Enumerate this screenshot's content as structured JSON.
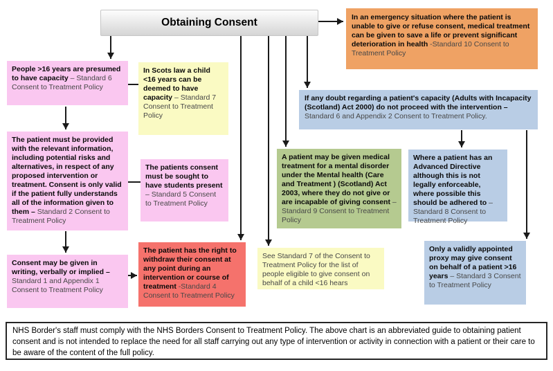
{
  "page_title": "Obtaining Consent",
  "colors": {
    "pink": "#FAC7F0",
    "yellow": "#FAFAC3",
    "red": "#F5726C",
    "orange": "#EFA264",
    "blue": "#B9CDE5",
    "green": "#B5CA90",
    "title_box_gradient_top": "#FDFDFD",
    "title_box_gradient_bottom": "#D5D5D5",
    "arrow": "#1A1A1A",
    "reference_text": "#474747"
  },
  "boxes": {
    "title": {
      "label": "Obtaining Consent"
    },
    "emergency": {
      "main": "In an emergency situation where the patient is unable to give or refuse consent, medical treatment can be given to save a life or prevent significant deterioration in health",
      "ref": " -Standard 10 Consent to Treatment Policy"
    },
    "presumed_capacity": {
      "main": "People >16 years are presumed to have capacity",
      "ref": " – Standard 6 Consent to Treatment Policy"
    },
    "scots_law": {
      "main": "In Scots law a child <16 years can be deemed to have capacity",
      "ref": " – Standard 7 Consent to Treatment Policy"
    },
    "relevant_information": {
      "main": "The patient must be provided with the relevant information, including potential risks and alternatives, in respect of any proposed intervention or treatment.  Consent is only valid if the patient fully understands all of the information given to them –",
      "ref": " Standard 2 Consent to Treatment Policy"
    },
    "students_present": {
      "main": "The patients consent must be sought to have students present",
      "ref": " – Standard 5 Consent to Treatment Policy"
    },
    "consent_forms": {
      "main": "Consent may be given in writing, verbally or implied –",
      "ref": " Standard 1 and Appendix 1 Consent to Treatment Policy"
    },
    "withdraw_consent": {
      "main": "The patient has the right to withdraw their consent at any point during an intervention or course of treatment",
      "ref": " -Standard 4 Consent to Treatment Policy"
    },
    "capacity_doubt": {
      "main": "If any doubt regarding a patient's capacity (Adults with Incapacity (Scotland) Act 2000) do not proceed with the intervention –",
      "ref": " Standard 6 and Appendix 2 Consent to Treatment Policy."
    },
    "mental_health": {
      "main": "A patient may be given medical treatment for a mental disorder under the Mental health (Care and Treatment ) (Scotland) Act 2003, where they do not give or are incapable of giving consent",
      "ref": " – Standard 9 Consent to Treatment Policy"
    },
    "advanced_directive": {
      "main": "Where a patient has an Advanced Directive although this is not legally enforceable, where possible this should be adhered to",
      "ref": " – Standard 8 Consent to Treatment Policy"
    },
    "see_standard7": {
      "ref": "See Standard 7 of the Consent to Treatment Policy for the list of people eligible to give consent on behalf of a child <16 hears"
    },
    "proxy_consent": {
      "main": "Only a validly appointed proxy may give consent on behalf of a patient >16 years",
      "ref": " – Standard 3 Consent to Treatment Policy"
    }
  },
  "footer": {
    "text": "NHS Border's staff must comply with the NHS Borders Consent to Treatment Policy. The above chart is an abbreviated guide to obtaining patient consent and is not intended to replace the need for all staff carrying out any type of intervention or activity in connection with a patient or their care to be aware of the content of the full policy."
  },
  "connections": [
    {
      "from": "title",
      "to": "presumed_capacity",
      "arrowhead": true
    },
    {
      "from": "title",
      "to": "emergency",
      "arrowhead": true
    },
    {
      "from": "title",
      "to": "withdraw_consent",
      "arrowhead": true
    },
    {
      "from": "title",
      "to": "see_standard7",
      "arrowhead": true
    },
    {
      "from": "title",
      "to": "mental_health",
      "arrowhead": true
    },
    {
      "from": "title",
      "to": "capacity_doubt",
      "arrowhead": true
    },
    {
      "from": "presumed_capacity",
      "to": "scots_law",
      "arrowhead": false
    },
    {
      "from": "presumed_capacity",
      "to": "relevant_information",
      "arrowhead": true
    },
    {
      "from": "relevant_information",
      "to": "students_present",
      "arrowhead": false
    },
    {
      "from": "relevant_information",
      "to": "consent_forms",
      "arrowhead": true
    },
    {
      "from": "consent_forms",
      "to": "withdraw_consent",
      "arrowhead": true
    },
    {
      "from": "capacity_doubt",
      "to": "advanced_directive",
      "arrowhead": true
    },
    {
      "from": "capacity_doubt",
      "to": "proxy_consent",
      "arrowhead": true
    }
  ]
}
